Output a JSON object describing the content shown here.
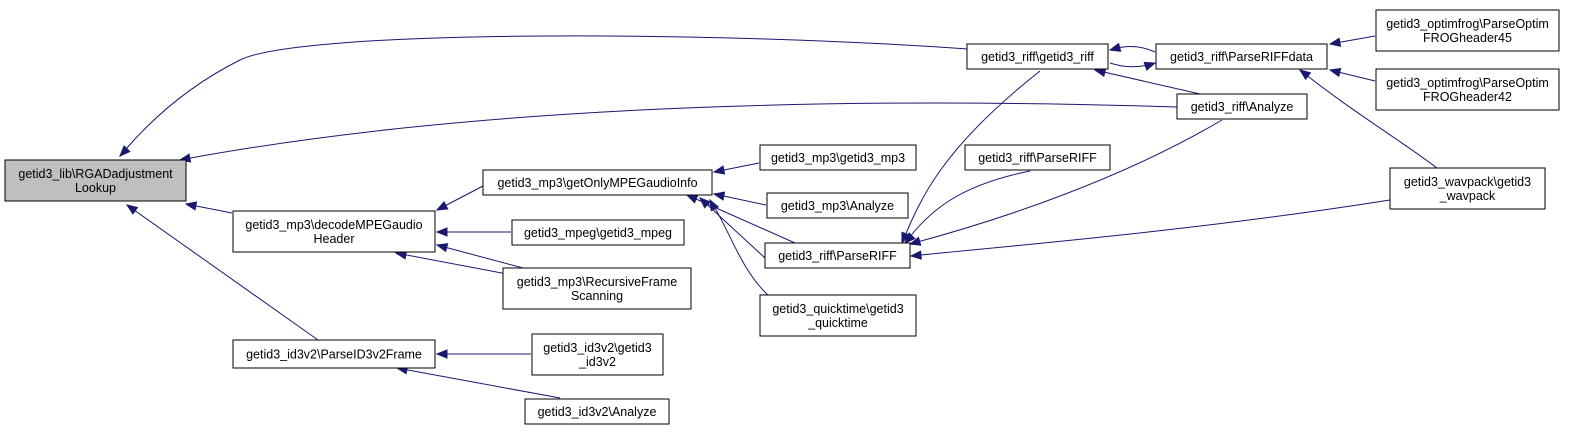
{
  "colors": {
    "edge": "#191970",
    "root_fill": "#bfbfbf",
    "node_fill": "#ffffff",
    "border": "#000000"
  },
  "nodes": {
    "root": {
      "lines": [
        "getid3_lib\\RGADadjustment",
        "Lookup"
      ]
    },
    "decodeMPEG": {
      "lines": [
        "getid3_mp3\\decodeMPEGaudio",
        "Header"
      ]
    },
    "parseID3v2": {
      "lines": [
        "getid3_id3v2\\ParseID3v2Frame"
      ]
    },
    "onlyMPEG": {
      "lines": [
        "getid3_mp3\\getOnlyMPEGaudioInfo"
      ]
    },
    "mpegMpeg": {
      "lines": [
        "getid3_mpeg\\getid3_mpeg"
      ]
    },
    "recursive": {
      "lines": [
        "getid3_mp3\\RecursiveFrame",
        "Scanning"
      ]
    },
    "id3v2Ctor": {
      "lines": [
        "getid3_id3v2\\getid3",
        "_id3v2"
      ]
    },
    "id3v2Analyze": {
      "lines": [
        "getid3_id3v2\\Analyze"
      ]
    },
    "mp3Ctor": {
      "lines": [
        "getid3_mp3\\getid3_mp3"
      ]
    },
    "mp3Analyze": {
      "lines": [
        "getid3_mp3\\Analyze"
      ]
    },
    "riffParse": {
      "lines": [
        "getid3_riff\\ParseRIFF"
      ]
    },
    "qtCtor": {
      "lines": [
        "getid3_quicktime\\getid3",
        "_quicktime"
      ]
    },
    "riffParse2": {
      "lines": [
        "getid3_riff\\ParseRIFF"
      ]
    },
    "riffCtor": {
      "lines": [
        "getid3_riff\\getid3_riff"
      ]
    },
    "riffAnalyze": {
      "lines": [
        "getid3_riff\\Analyze"
      ]
    },
    "riffData": {
      "lines": [
        "getid3_riff\\ParseRIFFdata"
      ]
    },
    "ofr45": {
      "lines": [
        "getid3_optimfrog\\ParseOptim",
        "FROGheader45"
      ]
    },
    "ofr42": {
      "lines": [
        "getid3_optimfrog\\ParseOptim",
        "FROGheader42"
      ]
    },
    "wavpack": {
      "lines": [
        "getid3_wavpack\\getid3",
        "_wavpack"
      ]
    }
  }
}
